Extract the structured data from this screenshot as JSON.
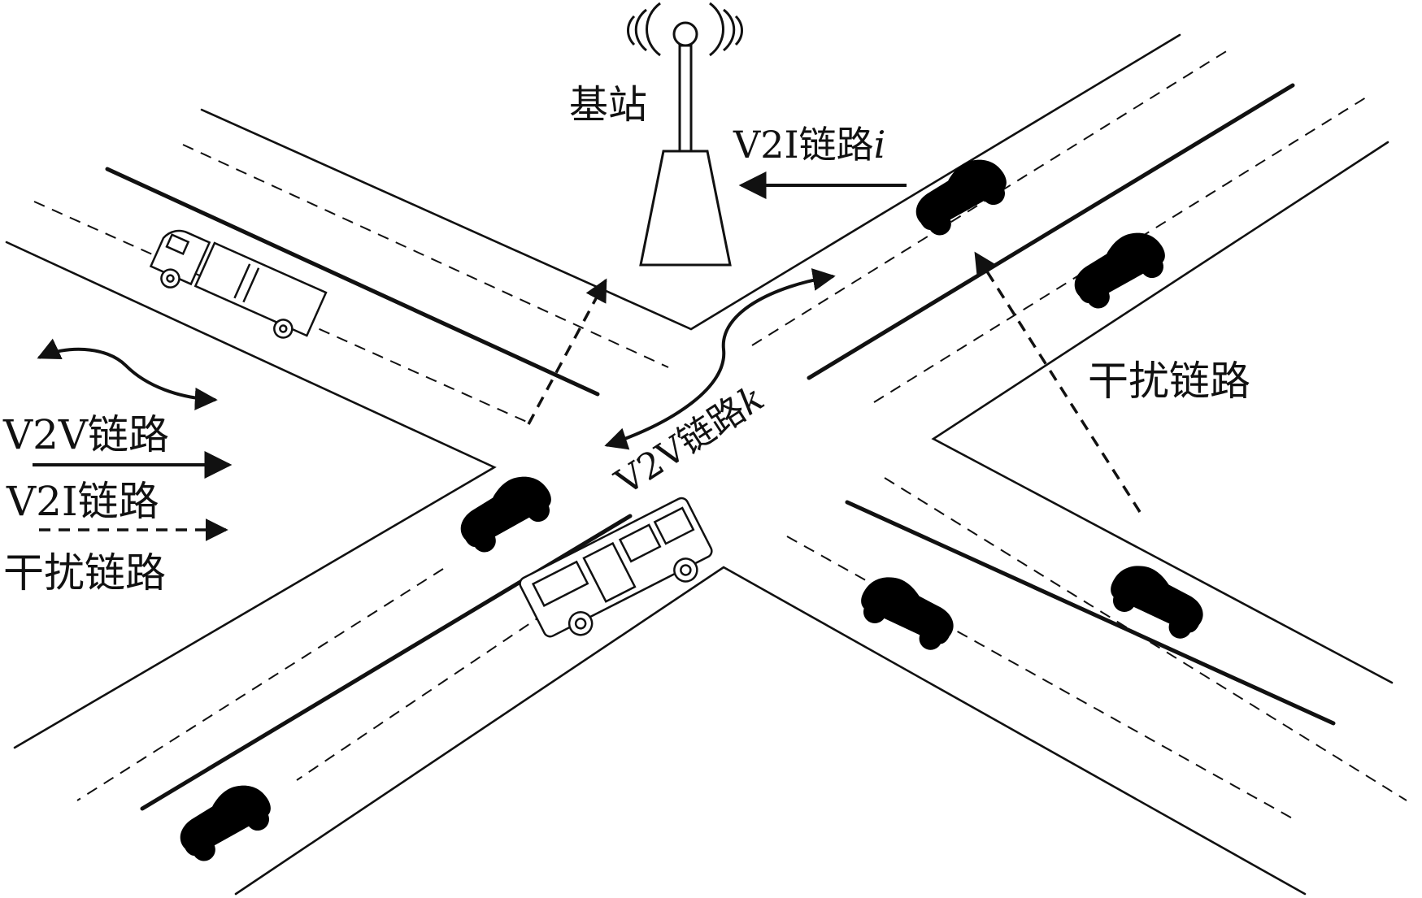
{
  "labels": {
    "base_station": "基站",
    "v2i_link_i_prefix": "V2I链路",
    "v2i_link_i_var": "i",
    "v2v_link_k_prefix": "V2V链路",
    "v2v_link_k_var": "k",
    "interference_link": "干扰链路"
  },
  "legend": {
    "v2v": "V2V链路",
    "v2i": "V2I链路",
    "interference": "干扰链路"
  },
  "icons": {
    "base_station": "antenna-tower-icon",
    "car": "convertible-car-icon",
    "truck": "truck-icon",
    "bus": "bus-icon"
  }
}
